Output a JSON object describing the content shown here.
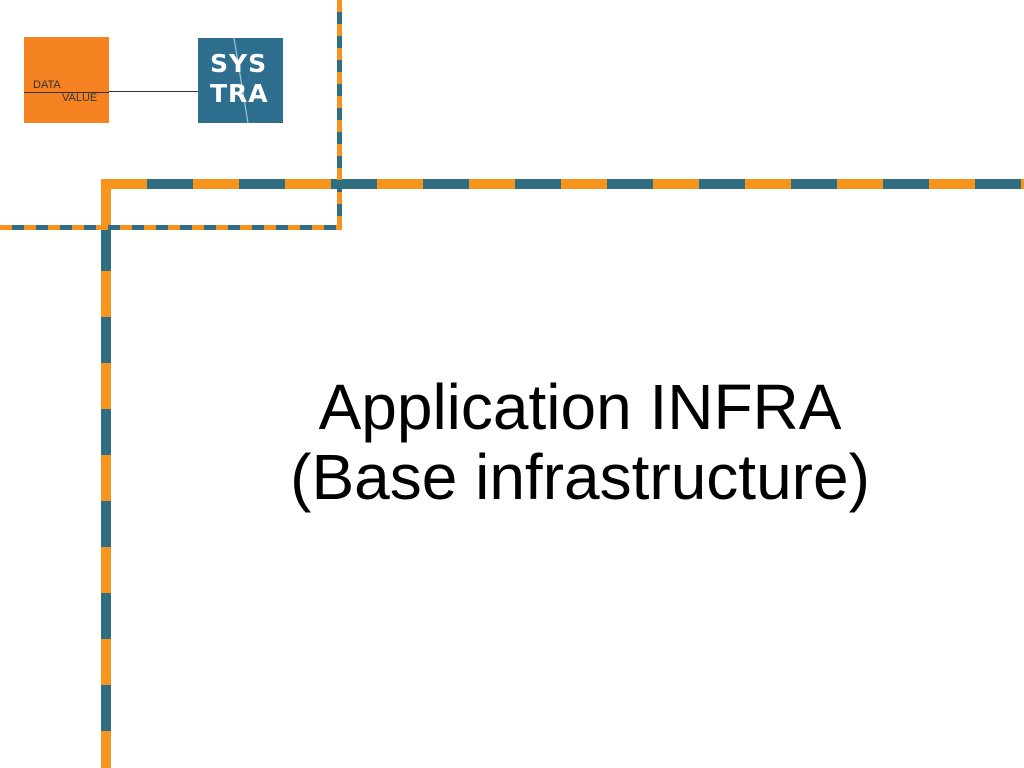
{
  "logos": {
    "datavalue": {
      "line1": "DATA",
      "line2": "VALUE",
      "color": "#f58220"
    },
    "systra": {
      "row1": "SYS",
      "row2": "TRA",
      "color": "#2e6e8e"
    }
  },
  "slide": {
    "title_line1": "Application INFRA",
    "title_line2": "(Base infrastructure)"
  },
  "colors": {
    "accent_orange": "#f7941d",
    "accent_teal": "#2e6e80"
  }
}
